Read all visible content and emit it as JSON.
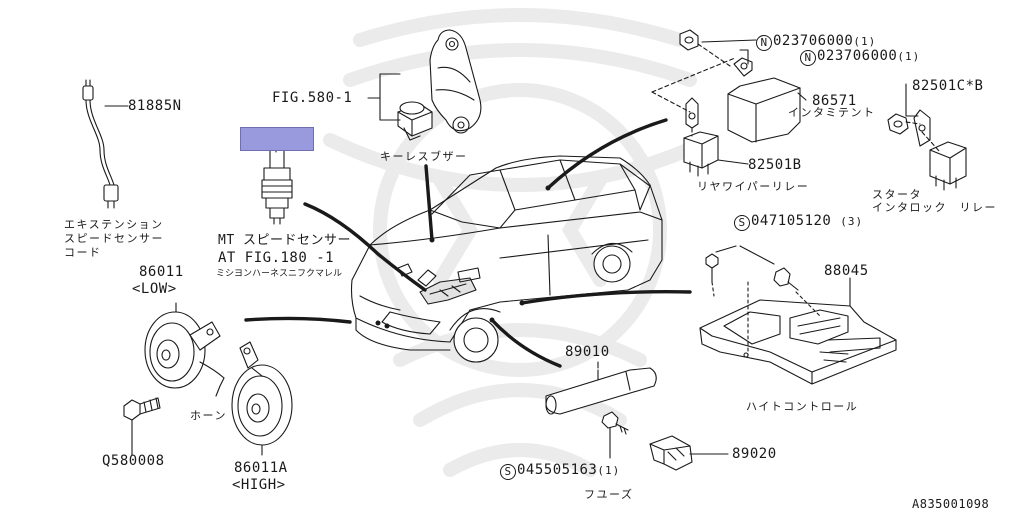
{
  "diagram_id": "A835001098",
  "labels": {
    "p81885n": "81885N",
    "ext_sensor": "エキステンション\nスピードセンサー\nコード",
    "fig580": "FIG.580-1",
    "keyless_buzzer": "キーレスブザー",
    "mt_sensor": "MT スピードセンサー",
    "at_fig": "AT FIG.180 -1",
    "mission_harness": "ミシヨンハーネスニフクマレル",
    "p86011": "86011",
    "low": "<LOW>",
    "horn": "ホーン",
    "q580008": "Q580008",
    "p86011a": "86011A",
    "high": "<HIGH>",
    "nut1_num": "023706000",
    "nut1_cnt": "(1)",
    "nut2_num": "023706000",
    "nut2_cnt": "(1)",
    "p86571": "86571",
    "intermittent": "インタミテント",
    "p82501c": "82501C*B",
    "p82501b": "82501B",
    "rear_wiper_relay": "リヤワイパーリレー",
    "starter_interlock_relay": "スタータ\nインタロック　リレー",
    "screw1_num": "047105120",
    "screw1_cnt": "(3)",
    "p88045": "88045",
    "height_control": "ハイトコントロール",
    "p89010": "89010",
    "screw2_num": "045505163",
    "screw2_cnt": "(1)",
    "p89020": "89020",
    "fuse": "フユーズ"
  },
  "circle_letters": {
    "n": "N",
    "s": "S"
  },
  "colors": {
    "ink": "#1a1a1a",
    "highlight": "#9999dd",
    "watermark": "#ebebeb"
  },
  "icons": {
    "nut": "n-circle-icon",
    "screw": "s-circle-icon"
  }
}
